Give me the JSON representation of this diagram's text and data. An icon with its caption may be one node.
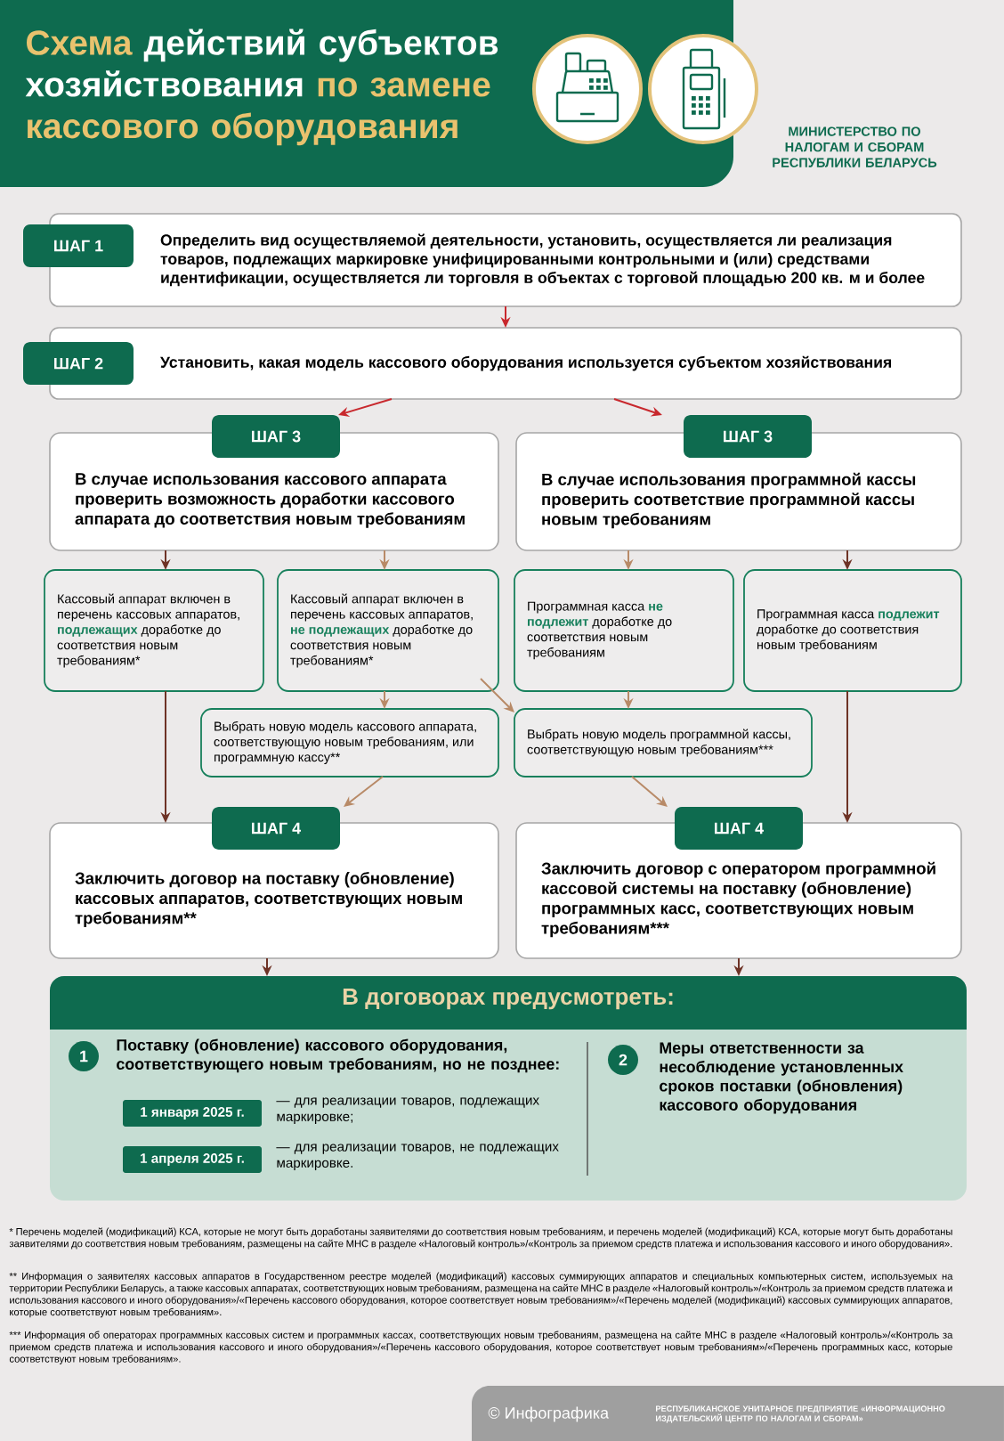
{
  "diagram": {
    "title": "**Схема** действий субъектов хозяйствования **по замене кассового оборудования**",
    "nodes": [
      {
        "text": [
          "ШАГ 1",
          "Определить вид осуществляемой деятельности, установить, осуществляется ли реализация товаров, подлежащих маркировке унифицированными контрольными и (или) средствами идентификации, осуществляется ли торговля в объектах с торговой площадью 200 кв. м и более"
        ]
      },
      {
        "text": [
          "ШАГ 2",
          "Установить, какая модель кассового оборудования используется субъектом хозяйствования"
        ]
      },
      {
        "text": [
          "ШАГ 3",
          "В случае использования кассового аппарата проверить возможность доработки кассового аппарата до соответствия новым требованиям"
        ]
      },
      {
        "text": [
          "ШАГ 3",
          "В случае использования программной кассы проверить соответствие программной кассы новым требованиям"
        ]
      },
      {
        "text": [
          "Кассовый аппарат включен в перечень кассовых аппаратов, **подлежащих** доработке до соответствия новым требованиям*"
        ]
      },
      {
        "text": [
          "Кассовый аппарат включен в перечень кассовых аппаратов, **не подлежащих** доработке до соответствия новым требованиям*"
        ]
      },
      {
        "text": [
          "Программная касса **не подлежит** доработке до соответствия новым требованиям"
        ]
      },
      {
        "text": [
          "Программная касса **подлежит** доработке до соответствия новым требованиям"
        ]
      },
      {
        "text": [
          "Выбрать новую модель кассового аппарата, соответствующую новым требованиям, или программную кассу**"
        ]
      },
      {
        "text": [
          "Выбрать новую модель программной кассы, соответствующую новым требованиям***"
        ]
      },
      {
        "text": [
          "ШАГ 4",
          "Заключить договор на поставку (обновление) кассовых аппаратов, соответствующих новым требованиям**"
        ]
      },
      {
        "text": [
          "ШАГ 4",
          "Заключить договор с оператором программной кассовой системы на поставку (обновление) программных касс, соответствующих новым требованиям***"
        ]
      },
      {
        "text": [
          "В договорах предусмотреть:"
        ]
      },
      {
        "text": [
          "1"
        ],
        "beside": [
          "Поставку (обновление) кассового оборудования, соответствующего новым требованиям, но не позднее:"
        ],
        "in": 12
      },
      {
        "text": [
          "1 января 2025 г."
        ],
        "beside": [
          "— для реализации товаров, подлежащих маркировке;"
        ],
        "in": 12
      },
      {
        "text": [
          "1 апреля 2025 г."
        ],
        "beside": [
          "— для реализации товаров, не подлежащих маркировке."
        ],
        "in": 12
      },
      {
        "text": [
          "2"
        ],
        "beside": [
          "Меры ответственности за несоблюдение установленных сроков поставки (обновления) кассового оборудования"
        ],
        "in": 12
      }
    ],
    "edges": [
      {
        "from": 0,
        "to": 1,
        "arrow": "to",
        "color": "#c8282d"
      },
      {
        "from": 1,
        "to": 2,
        "arrow": "to",
        "color": "#c8282d"
      },
      {
        "from": 1,
        "to": 3,
        "arrow": "to",
        "color": "#c8282d"
      },
      {
        "from": 2,
        "to": 4,
        "arrow": "to",
        "color": "#6e3326"
      },
      {
        "from": 2,
        "to": 5,
        "arrow": "to"
      },
      {
        "from": 3,
        "to": 6,
        "arrow": "to"
      },
      {
        "from": 3,
        "to": 7,
        "arrow": "to",
        "color": "#6e3326"
      },
      {
        "from": 4,
        "to": 10,
        "arrow": "to",
        "color": "#6e3326"
      },
      {
        "from": 5,
        "to": 8,
        "arrow": "to"
      },
      {
        "from": 5,
        "to": 9,
        "arrow": "to"
      },
      {
        "from": 6,
        "to": 9,
        "arrow": "to"
      },
      {
        "from": 8,
        "to": 10,
        "arrow": "to"
      },
      {
        "from": 9,
        "to": 11,
        "arrow": "to"
      },
      {
        "from": 7,
        "to": 11,
        "arrow": "to",
        "color": "#6e3326"
      },
      {
        "from": 10,
        "to": 12,
        "arrow": "to",
        "color": "#6e3326"
      },
      {
        "from": 11,
        "to": 12,
        "arrow": "to",
        "color": "#6e3326"
      }
    ],
    "labels": [
      "МИНИСТЕРСТВО ПО НАЛОГАМ И СБОРАМ РЕСПУБЛИКИ БЕЛАРУСЬ",
      "* Перечень моделей (модификаций) КСА, которые не могут быть доработаны заявителями до соответствия новым требованиям, и перечень моделей (модификаций) КСА, которые могут быть доработаны заявителями до соответствия новым требованиям, размещены на сайте МНС в разделе «Налоговый контроль»/«Контроль за приемом средств платежа и использования кассового и иного оборудования».",
      "** Информация о заявителях кассовых аппаратов в Государственном реестре моделей (модификаций) кассовых суммирующих аппаратов и специальных компьютерных систем, используемых на территории Республики Беларусь, а также кассовых аппаратах, соответствующих новым требованиям, размещена на сайте МНС в разделе «Налоговый контроль»/«Контроль за приемом средств платежа и использования кассового и иного оборудования»/«Перечень кассового оборудования, которое соответствует новым требованиям»/«Перечень моделей (модификаций) кассовых суммирующих аппаратов, которые соответствуют новым требованиям».",
      "*** Информация об операторах программных кассовых систем и программных кассах, соответствующих новым требованиям, размещена на сайте МНС в разделе «Налоговый контроль»/«Контроль за приемом средств платежа и использования кассового и иного оборудования»/«Перечень кассового оборудования, которое соответствует новым требованиям»/«Перечень программных касс, которые соответствуют новым требованиям».",
      "© Инфографика",
      "РЕСПУБЛИКАНСКОЕ УНИТАРНОЕ ПРЕДПРИЯТИЕ «ИНФОРМАЦИОННО ИЗДАТЕЛЬСКИЙ ЦЕНТР ПО НАЛОГАМ И СБОРАМ»"
    ]
  }
}
